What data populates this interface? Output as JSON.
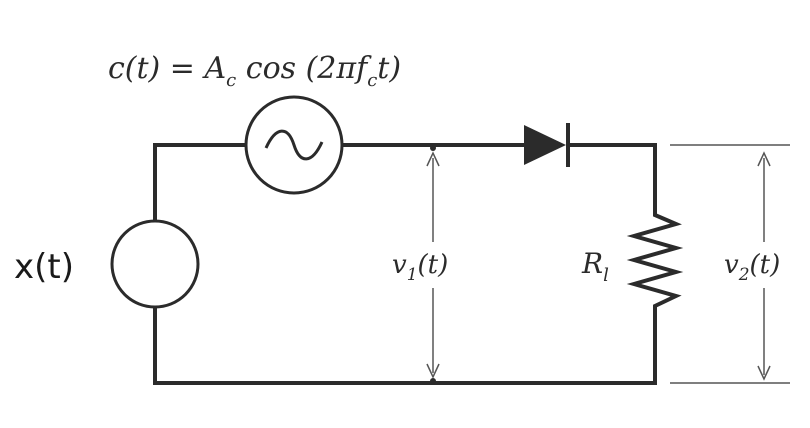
{
  "diagram": {
    "carrier_label": {
      "lhs": "c(t) = A",
      "sub": "c",
      "mid": " cos (2πf",
      "sub2": "c",
      "rhs": "t)"
    },
    "input_label": "x(t)",
    "v1_label": {
      "base": "v",
      "sub": "1",
      "rest": "(t)"
    },
    "v2_label": {
      "base": "v",
      "sub": "2",
      "rest": "(t)"
    },
    "resistor_label": {
      "base": "R",
      "sub": "l"
    },
    "colors": {
      "wire": "#2b2b2b",
      "arrow": "#555555",
      "background": "#ffffff"
    }
  }
}
